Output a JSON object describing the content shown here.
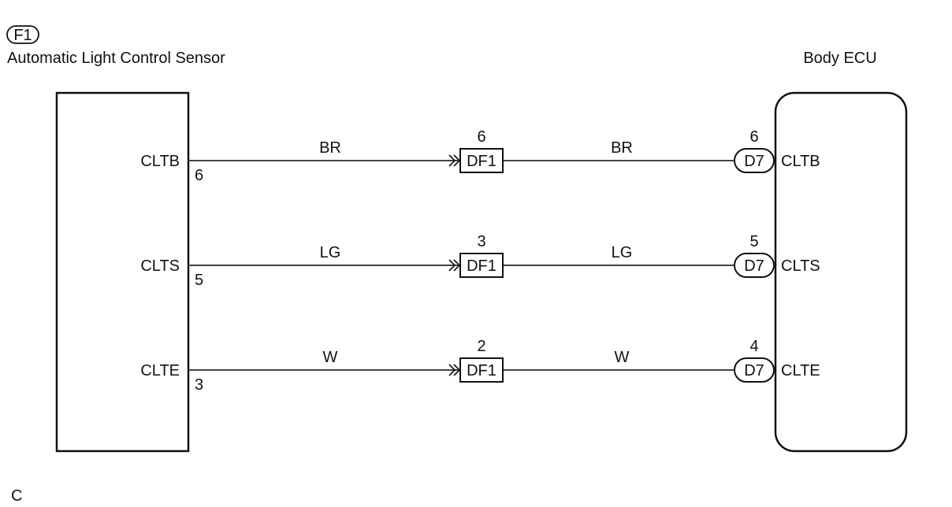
{
  "sensor": {
    "badge": "F1",
    "title": "Automatic Light Control Sensor"
  },
  "ecu": {
    "title": "Body ECU"
  },
  "circuits": [
    {
      "sensor_terminal": "CLTB",
      "sensor_pin": "6",
      "wire_color_left": "BR",
      "junction": "DF1",
      "junction_pin": "6",
      "wire_color_right": "BR",
      "ecu_connector": "D7",
      "ecu_pin": "6",
      "ecu_terminal": "CLTB"
    },
    {
      "sensor_terminal": "CLTS",
      "sensor_pin": "5",
      "wire_color_left": "LG",
      "junction": "DF1",
      "junction_pin": "3",
      "wire_color_right": "LG",
      "ecu_connector": "D7",
      "ecu_pin": "5",
      "ecu_terminal": "CLTS"
    },
    {
      "sensor_terminal": "CLTE",
      "sensor_pin": "3",
      "wire_color_left": "W",
      "junction": "DF1",
      "junction_pin": "2",
      "wire_color_right": "W",
      "ecu_connector": "D7",
      "ecu_pin": "4",
      "ecu_terminal": "CLTE"
    }
  ],
  "footer": {
    "code": "C"
  }
}
